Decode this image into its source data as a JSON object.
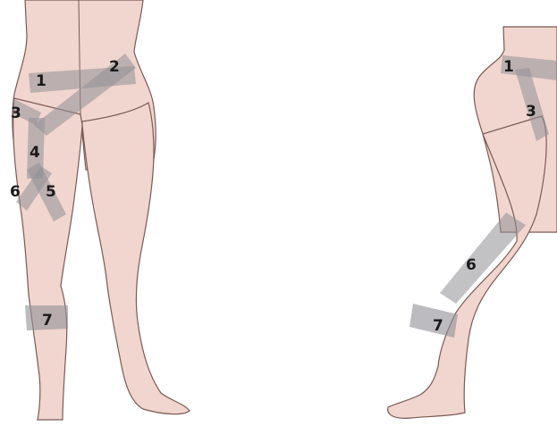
{
  "colors": {
    "skin": "#f1d5cf",
    "outline": "#7a5a55",
    "strap": "#8f9096",
    "background": "#ffffff"
  },
  "front_view": {
    "labels": [
      "1",
      "2",
      "3",
      "4",
      "5",
      "6",
      "7"
    ]
  },
  "side_view": {
    "labels": [
      "1",
      "3",
      "6",
      "7"
    ]
  }
}
